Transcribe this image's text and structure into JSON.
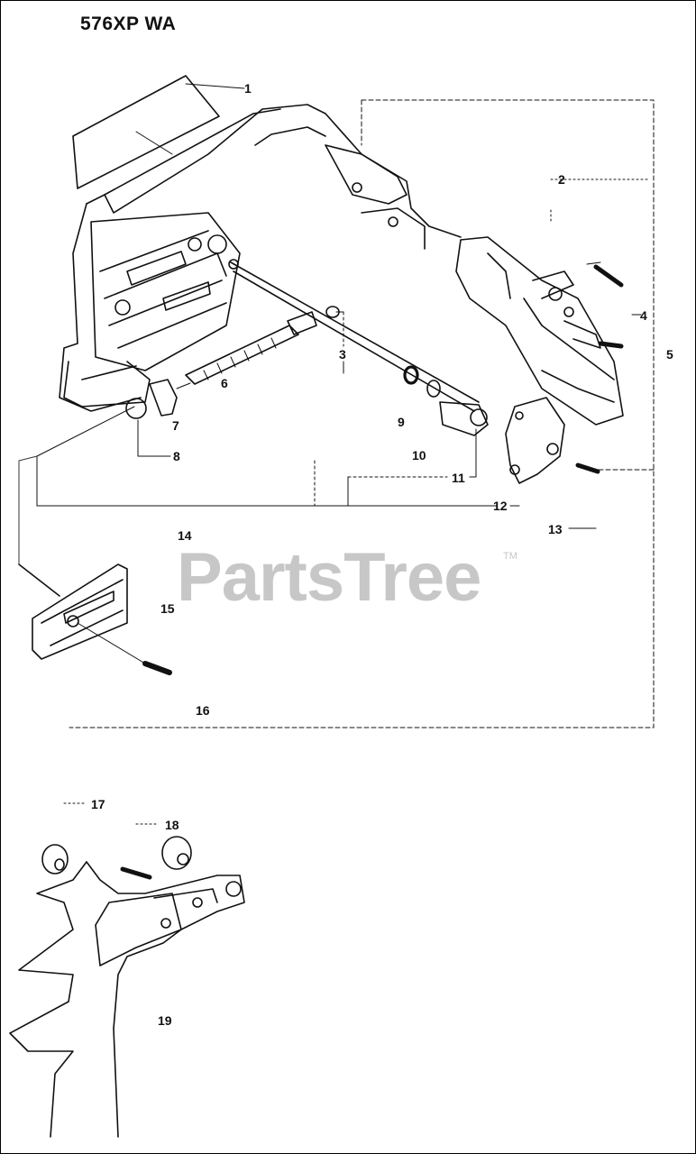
{
  "diagram": {
    "title": "576XP WA",
    "watermark": "PartsTree",
    "watermark_mark": "TM",
    "callouts": [
      {
        "id": "c1",
        "label": "1"
      },
      {
        "id": "c2",
        "label": "2"
      },
      {
        "id": "c3",
        "label": "3"
      },
      {
        "id": "c4",
        "label": "4"
      },
      {
        "id": "c5",
        "label": "5"
      },
      {
        "id": "c6",
        "label": "6"
      },
      {
        "id": "c7",
        "label": "7"
      },
      {
        "id": "c8",
        "label": "8"
      },
      {
        "id": "c9",
        "label": "9"
      },
      {
        "id": "c10",
        "label": "10"
      },
      {
        "id": "c11",
        "label": "11"
      },
      {
        "id": "c12",
        "label": "12"
      },
      {
        "id": "c13",
        "label": "13"
      },
      {
        "id": "c14",
        "label": "14"
      },
      {
        "id": "c15",
        "label": "15"
      },
      {
        "id": "c16",
        "label": "16"
      },
      {
        "id": "c17",
        "label": "17"
      },
      {
        "id": "c18",
        "label": "18"
      },
      {
        "id": "c19",
        "label": "19"
      }
    ]
  }
}
